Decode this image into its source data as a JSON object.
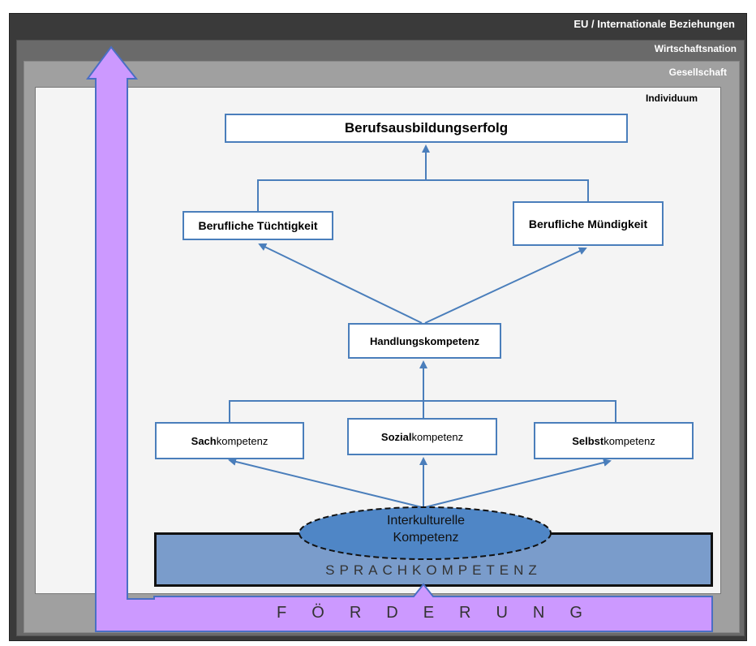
{
  "layers": {
    "eu": "EU / Internationale Beziehungen",
    "wirtschaft": "Wirtschaftsnation",
    "gesellschaft": "Gesellschaft",
    "individuum": "Individuum"
  },
  "boxes": {
    "erfolg": "Berufsausbildungserfolg",
    "tuechtigkeit": "Berufliche Tüchtigkeit",
    "muendigkeit": "Berufliche Mündigkeit",
    "handlung": "Handlungskompetenz",
    "sach_bold": "Sach",
    "sozial_bold": "Sozial",
    "selbst_bold": "Selbst",
    "kompetenz_suffix": "kompetenz"
  },
  "interkulturelle": [
    "Interkulturelle",
    "Kompetenz"
  ],
  "sprachkompetenz": "SPRACHKOMPETENZ",
  "foerderung": "FÖRDERUNG",
  "colors": {
    "box_border": "#4a7ebb",
    "arrow": "#4a7ebb",
    "sprach_fill": "#7a9ccb",
    "ellipse_fill": "#4f86c6",
    "foerderung_fill": "#cc99ff",
    "foerderung_border": "#4a6fc4"
  }
}
